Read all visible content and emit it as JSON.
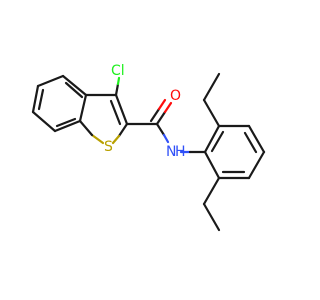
{
  "molecule": {
    "atoms": {
      "chlorine": "Cl",
      "sulfur": "S",
      "oxygen": "O",
      "nitrogen": "N",
      "hydrogen": "H"
    },
    "colors": {
      "carbon_bond": "#1a1a1a",
      "chlorine": "#1ff01f",
      "sulfur": "#b8a000",
      "oxygen": "#ff0d0d",
      "nitrogen": "#3050f8"
    }
  }
}
